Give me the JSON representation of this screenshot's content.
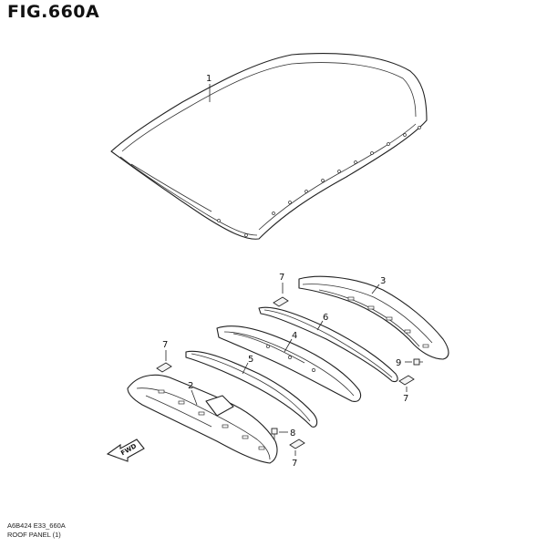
{
  "header": {
    "title": "FIG.660A"
  },
  "footer": {
    "code": "A6B424 E33_660A",
    "caption": "ROOF PANEL (1)"
  },
  "fwd": {
    "label": "FWD"
  },
  "callouts": [
    "1",
    "2",
    "3",
    "4",
    "5",
    "6",
    "7",
    "7",
    "7",
    "7",
    "7",
    "8",
    "9"
  ]
}
